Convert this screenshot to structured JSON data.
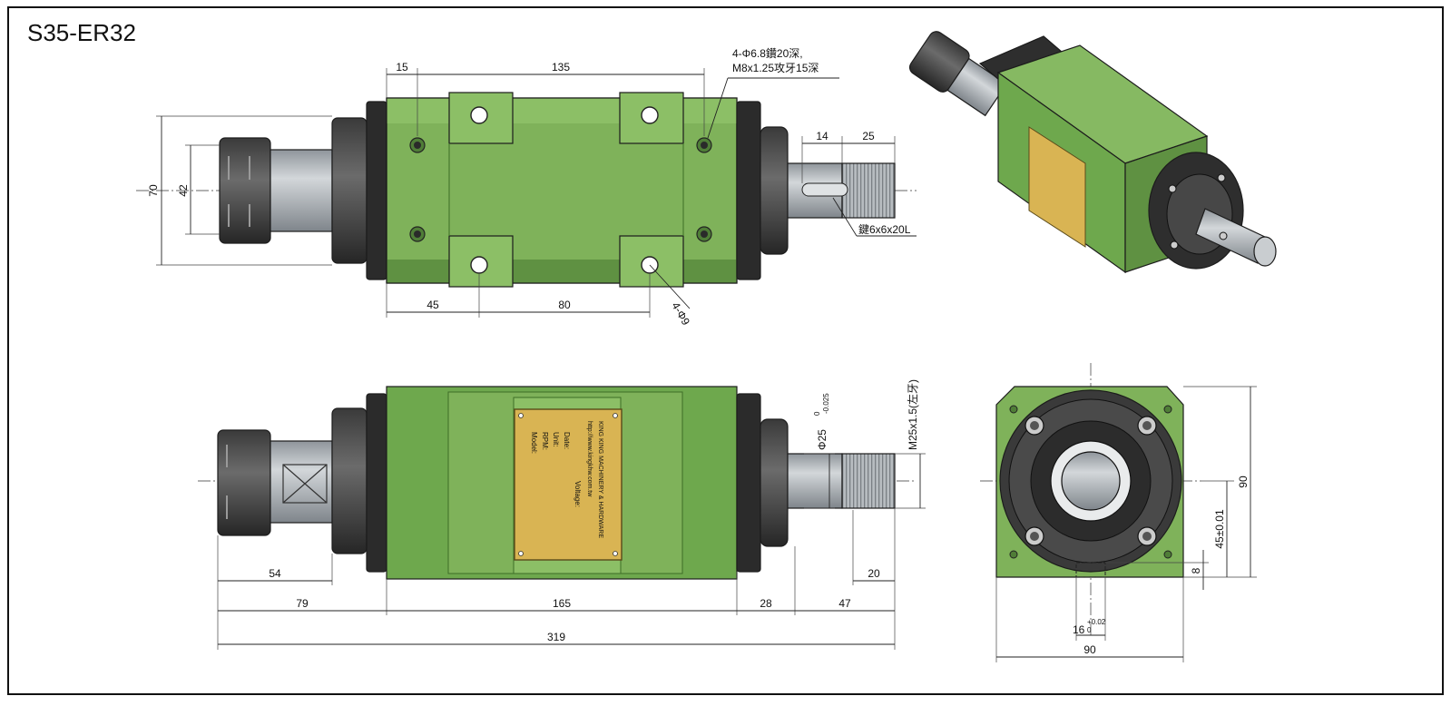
{
  "title": "S35-ER32",
  "colors": {
    "housing_green": "#7fb25a",
    "housing_green_dark": "#5f9142",
    "flange_dark": "#2f2f2f",
    "shaft_grey": "#a9aeb3",
    "plate_gold": "#d9b453",
    "frame": "#111111"
  },
  "top_view": {
    "dims": {
      "d15": "15",
      "d135": "135",
      "d70": "70",
      "d42": "42",
      "d45": "45",
      "d80": "80",
      "d14": "14",
      "d25": "25"
    },
    "hole_callout_line1": "4-Φ6.8鑽20深,",
    "hole_callout_line2": "M8x1.25攻牙15深",
    "through_hole_callout": "4-Φ9",
    "key_callout": "鍵6x6x20L"
  },
  "front_view": {
    "dims": {
      "d54": "54",
      "d79": "79",
      "d165": "165",
      "d28": "28",
      "d47": "47",
      "d20": "20",
      "d319": "319"
    },
    "shaft_dia": "Φ25",
    "shaft_tol_upper": "0",
    "shaft_tol_lower": "-0.025",
    "thread_callout": "M25x1.5(左牙)",
    "nameplate_lines": [
      "Model:",
      "RPM:",
      "Unit:",
      "Date:",
      "Voltage:",
      "KING KING MACHINERY & HARDWARE",
      "http://www.kingkhw.com.tw"
    ]
  },
  "end_view": {
    "dims": {
      "d90_vertical": "90",
      "center_height": "45±0.01",
      "d8": "8",
      "key_width": "16",
      "key_tol_upper": "+0.02",
      "key_tol_lower": "0",
      "d90_horizontal": "90"
    }
  }
}
